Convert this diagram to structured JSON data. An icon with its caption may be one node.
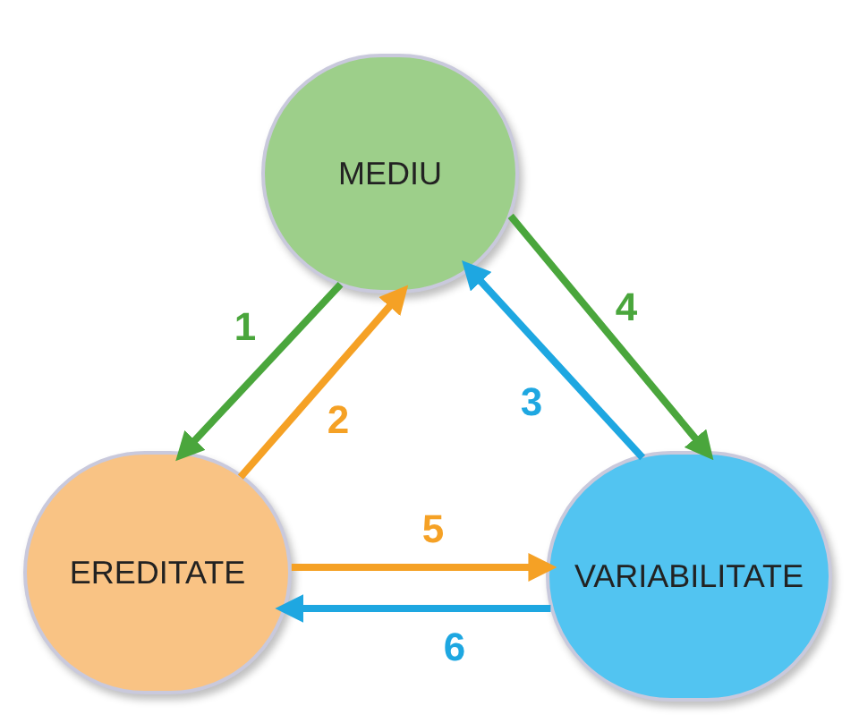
{
  "diagram": {
    "nodes": [
      {
        "text": [
          "MEDIU"
        ]
      },
      {
        "text": [
          "EREDITATE"
        ]
      },
      {
        "text": [
          "VARIABILITATE"
        ]
      }
    ],
    "edges": [
      {
        "from": 0,
        "to": 1,
        "arrow": "to",
        "label": "1",
        "color": "#4aa63c"
      },
      {
        "from": 1,
        "to": 0,
        "arrow": "to",
        "label": "2",
        "color": "#f5a125"
      },
      {
        "from": 2,
        "to": 0,
        "arrow": "to",
        "label": "3",
        "color": "#1ea7e1"
      },
      {
        "from": 0,
        "to": 2,
        "arrow": "to",
        "label": "4",
        "color": "#4aa63c"
      },
      {
        "from": 1,
        "to": 2,
        "arrow": "to",
        "label": "5",
        "color": "#f5a125"
      },
      {
        "from": 2,
        "to": 1,
        "arrow": "to",
        "label": "6",
        "color": "#1ea7e1"
      }
    ]
  }
}
